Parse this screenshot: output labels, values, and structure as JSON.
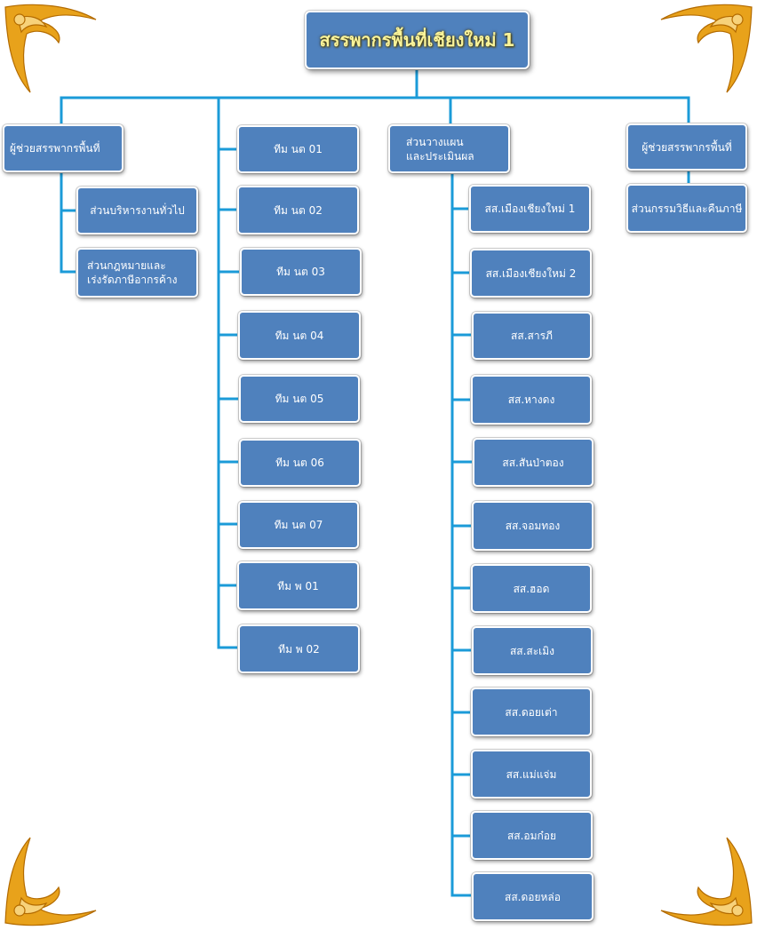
{
  "title": "สรรพากรพื้นที่เชียงใหม่  1",
  "colors": {
    "box": "#4f81bd",
    "line": "#1b9bd8",
    "title_text": "#f9f39a",
    "ornament": "#e8a21b"
  },
  "assistant_left": {
    "label": "ผู้ช่วยสรรพากรพื้นที่",
    "children": [
      "ส่วนบริหารงานทั่วไป",
      "ส่วนกฎหมายและ\nเร่งรัดภาษีอากรค้าง"
    ]
  },
  "teams": [
    "ทีม  นต 01",
    "ทีม  นต 02",
    "ทีม  นต 03",
    "ทีม  นต 04",
    "ทีม  นต 05",
    "ทีม  นต 06",
    "ทีม  นต 07",
    "ทีม  พ 01",
    "ทีม  พ 02"
  ],
  "planning": {
    "label": "ส่วนวางแผน\nและประเมินผล",
    "branches": [
      "สส.เมืองเชียงใหม่  1",
      "สส.เมืองเชียงใหม่  2",
      "สส.สารภี",
      "สส.หางดง",
      "สส.สันป่าตอง",
      "สส.จอมทอง",
      "สส.ฮอด",
      "สส.สะเมิง",
      "สส.ดอยเต่า",
      "สส.แม่แจ่ม",
      "สส.อมก๋อย",
      "สส.ดอยหล่อ"
    ]
  },
  "assistant_right": {
    "label": "ผู้ช่วยสรรพากรพื้นที่",
    "children": [
      "ส่วนกรรมวิธีและคืนภาษี"
    ]
  },
  "ornaments": [
    "corner-ornament-top-left",
    "corner-ornament-top-right",
    "corner-ornament-bottom-left",
    "corner-ornament-bottom-right"
  ]
}
